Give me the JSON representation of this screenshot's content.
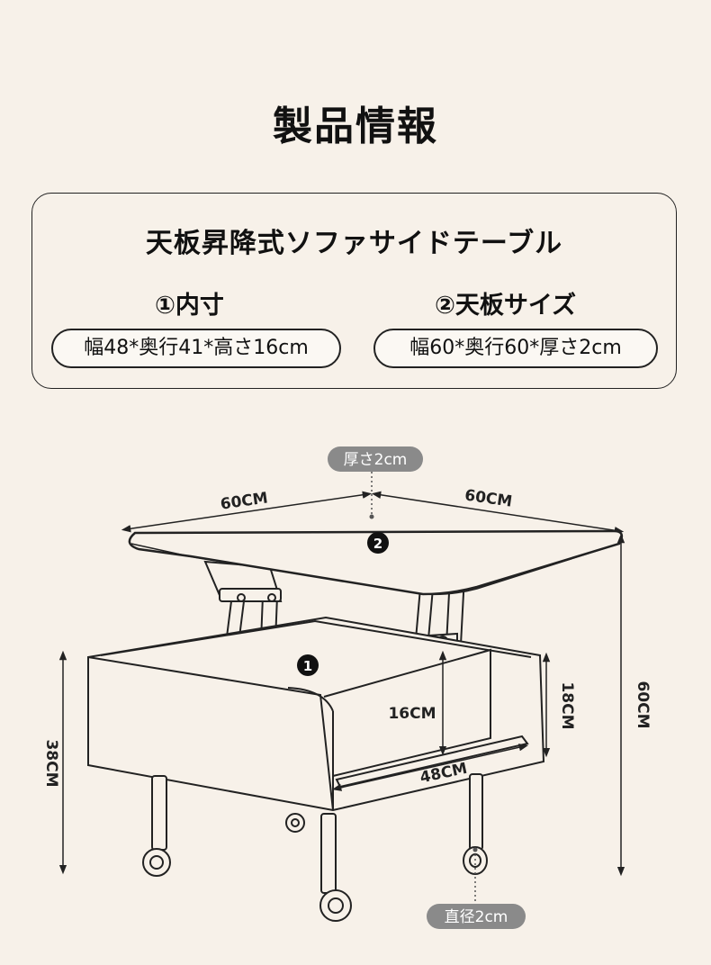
{
  "page": {
    "title": "製品情報"
  },
  "card": {
    "product_name": "天板昇降式ソファサイドテーブル",
    "inner": {
      "heading": "①内寸",
      "value": "幅48*奥行41*高さ16cm"
    },
    "top": {
      "heading": "②天板サイズ",
      "value": "幅60*奥行60*厚さ2cm"
    }
  },
  "diagram": {
    "thickness_tag": "厚さ2cm",
    "diameter_tag": "直径2cm",
    "top_width_left": "60CM",
    "top_width_right": "60CM",
    "marker_1": "1",
    "marker_2": "2",
    "inner_height": "16CM",
    "inner_width": "48CM",
    "side_height": "18CM",
    "overall_height": "60CM",
    "body_height": "38CM"
  },
  "colors": {
    "background": "#f7f1e9",
    "line": "#222222",
    "tag": "#8a8a8a"
  }
}
